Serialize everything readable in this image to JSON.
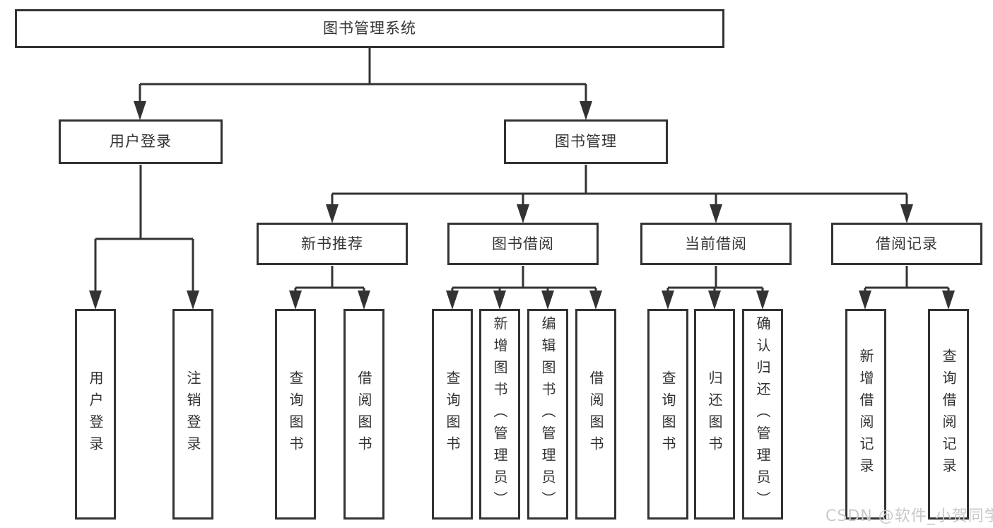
{
  "diagram": {
    "title": "图书管理系统",
    "type": "hierarchy-tree",
    "colors": {
      "line": "#333333",
      "text": "#333333",
      "box_background": "#ffffff",
      "page_background": "#ffffff",
      "watermark": "#c9c9c9"
    },
    "root": {
      "label": "图书管理系统"
    },
    "level2": [
      {
        "label": "用户登录"
      },
      {
        "label": "图书管理"
      }
    ],
    "level3": [
      {
        "label": "新书推荐",
        "parent": "图书管理"
      },
      {
        "label": "图书借阅",
        "parent": "图书管理"
      },
      {
        "label": "当前借阅",
        "parent": "图书管理"
      },
      {
        "label": "借阅记录",
        "parent": "图书管理"
      }
    ],
    "leaves": [
      {
        "label": "用户登录",
        "parent": "用户登录"
      },
      {
        "label": "注销登录",
        "parent": "用户登录"
      },
      {
        "label": "查询图书",
        "parent": "新书推荐"
      },
      {
        "label": "借阅图书",
        "parent": "新书推荐"
      },
      {
        "label": "查询图书",
        "parent": "图书借阅"
      },
      {
        "label": "新增图书（管理员）",
        "parent": "图书借阅"
      },
      {
        "label": "编辑图书（管理员）",
        "parent": "图书借阅"
      },
      {
        "label": "借阅图书",
        "parent": "图书借阅"
      },
      {
        "label": "查询图书",
        "parent": "当前借阅"
      },
      {
        "label": "归还图书",
        "parent": "当前借阅"
      },
      {
        "label": "确认归还（管理员）",
        "parent": "当前借阅"
      },
      {
        "label": "新增借阅记录",
        "parent": "借阅记录"
      },
      {
        "label": "查询借阅记录",
        "parent": "借阅记录"
      }
    ],
    "watermark": "CSDN @软件_小贺同学"
  }
}
